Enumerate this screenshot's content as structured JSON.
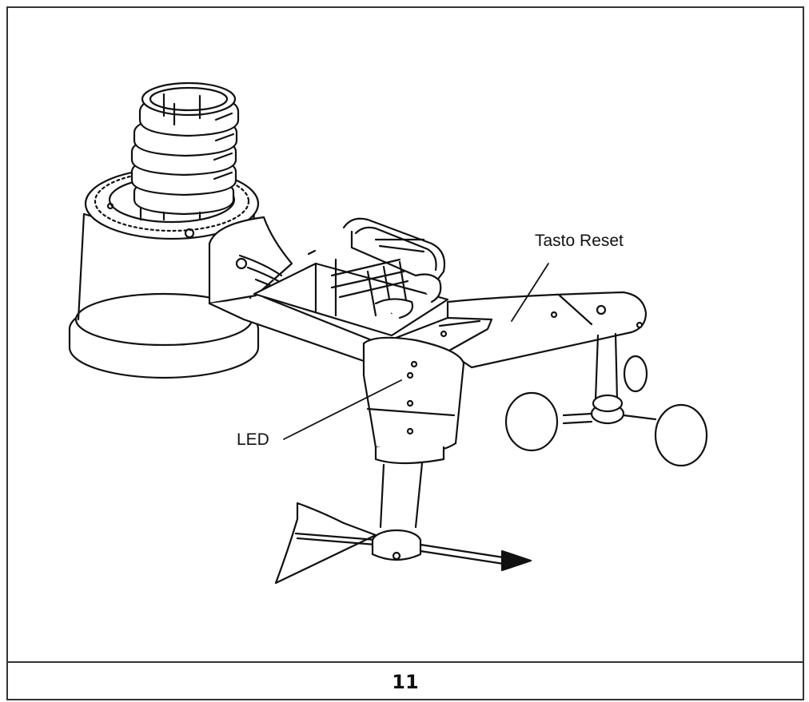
{
  "callouts": {
    "reset_label": "Tasto Reset",
    "led_label": "LED"
  },
  "footer": {
    "page_number": "11"
  },
  "colors": {
    "line": "#111111",
    "frame": "#333333",
    "background": "#ffffff"
  }
}
